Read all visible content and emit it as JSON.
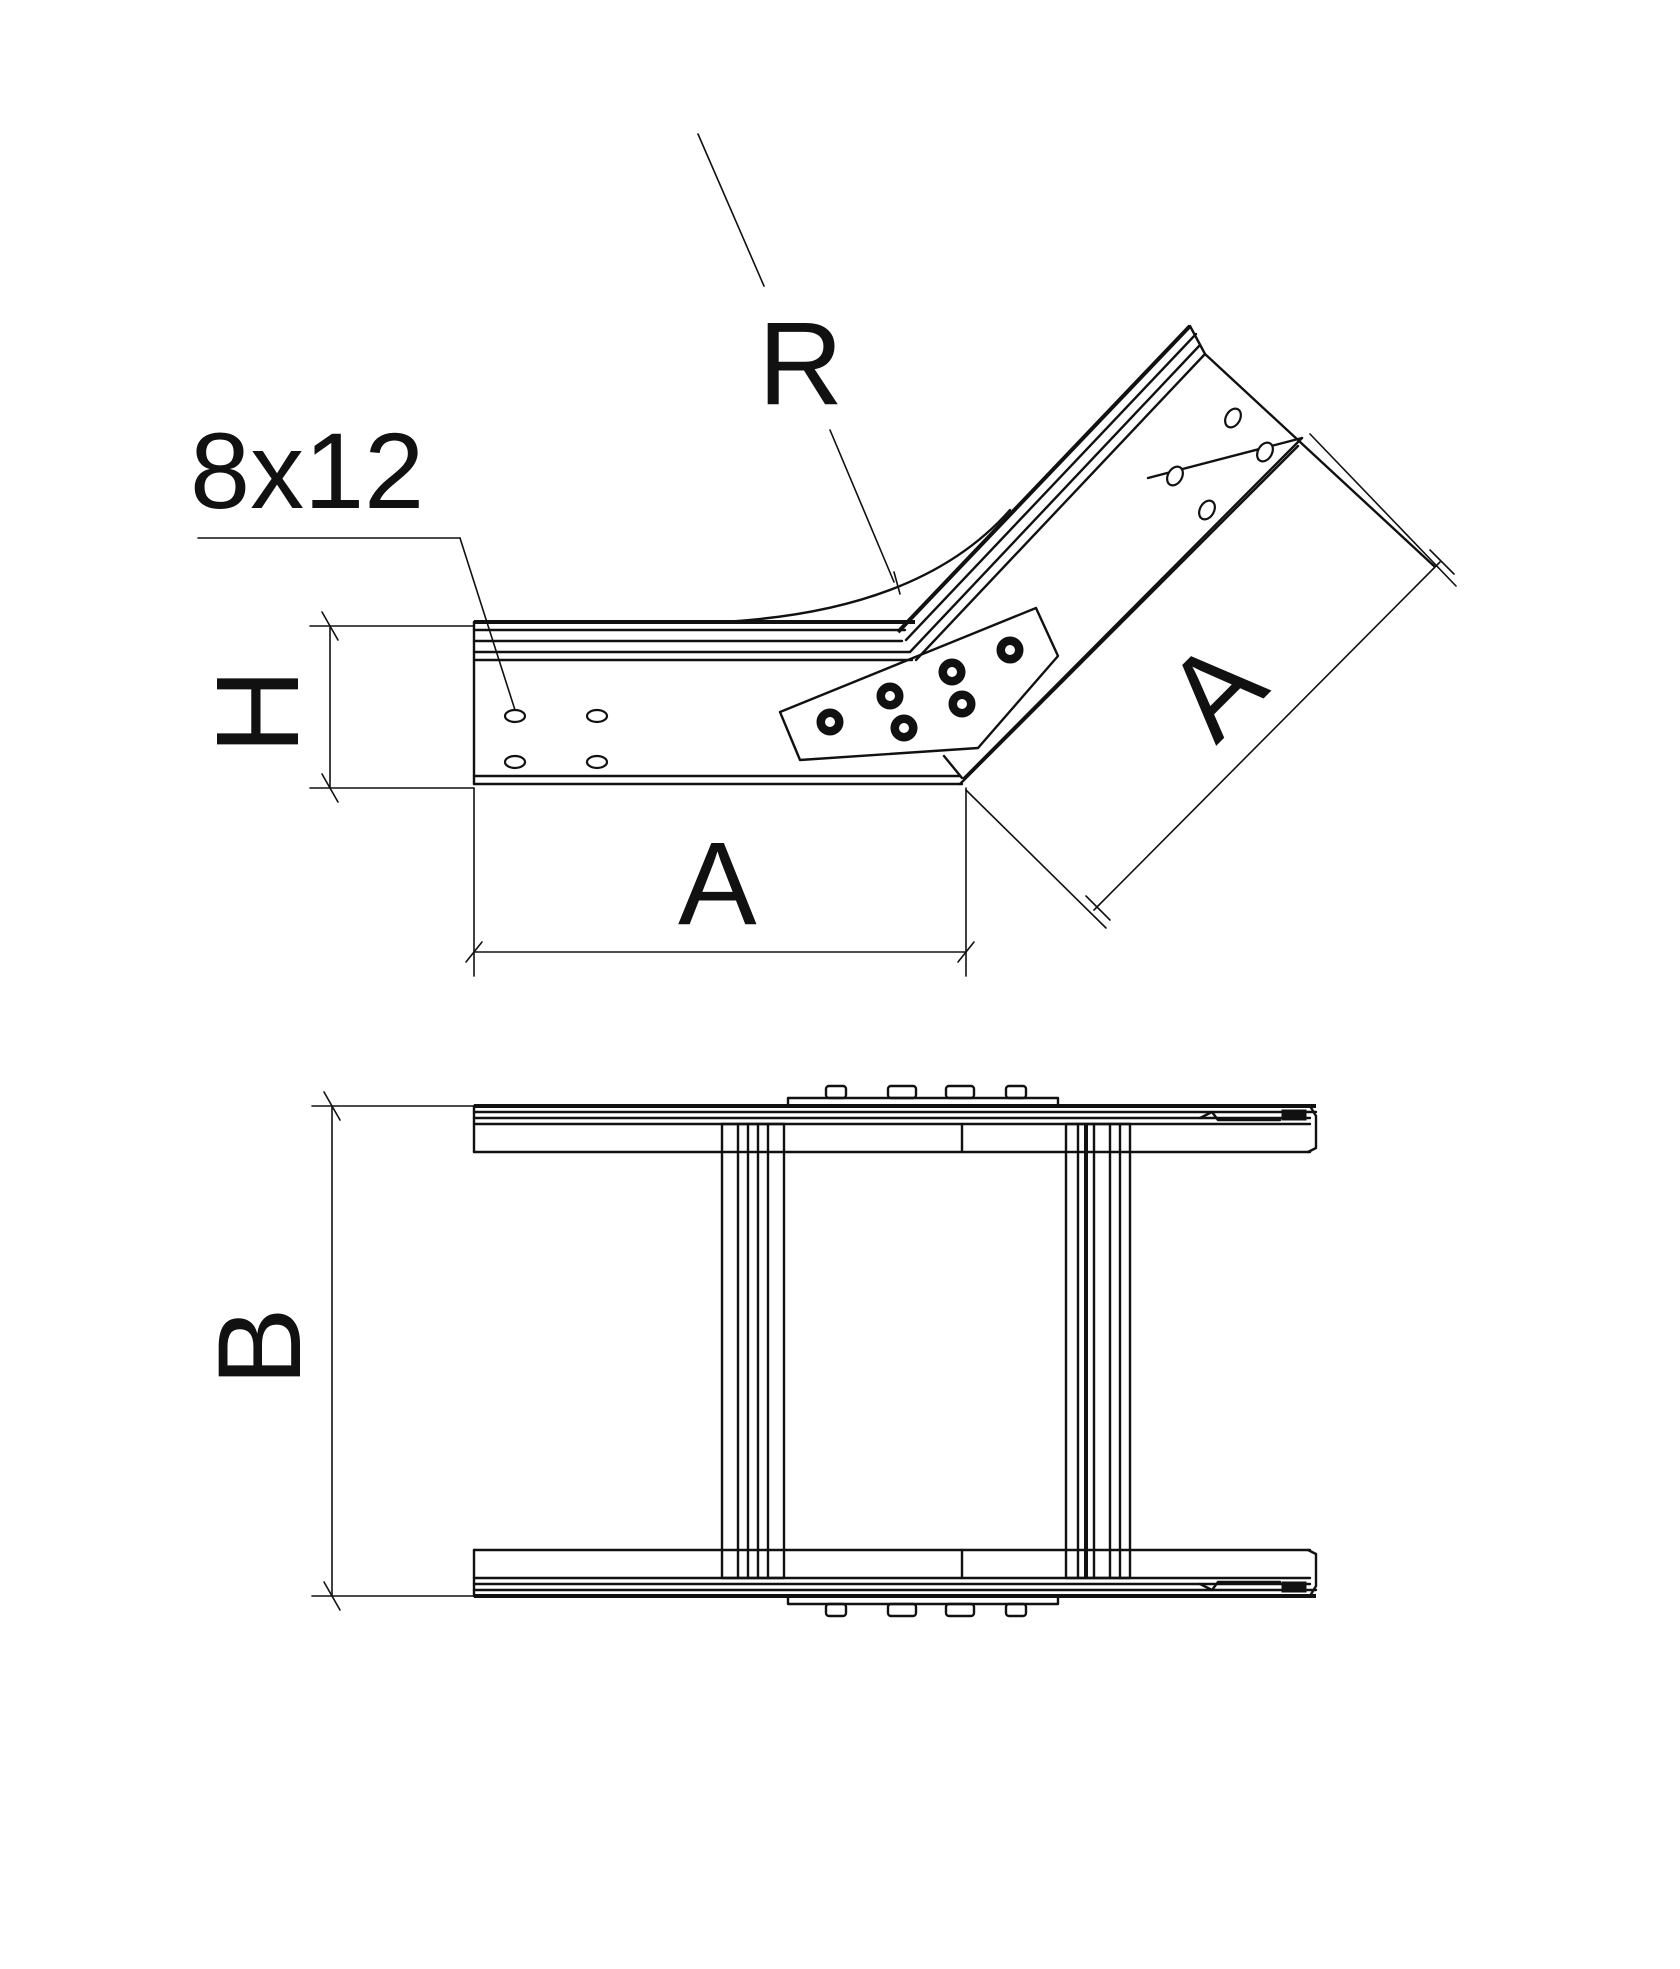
{
  "labels": {
    "hole": "8x12",
    "radius": "R",
    "height": "H",
    "length_bottom": "A",
    "length_angled": "A",
    "width": "B"
  },
  "colors": {
    "line": "#111111",
    "background": "#ffffff"
  }
}
